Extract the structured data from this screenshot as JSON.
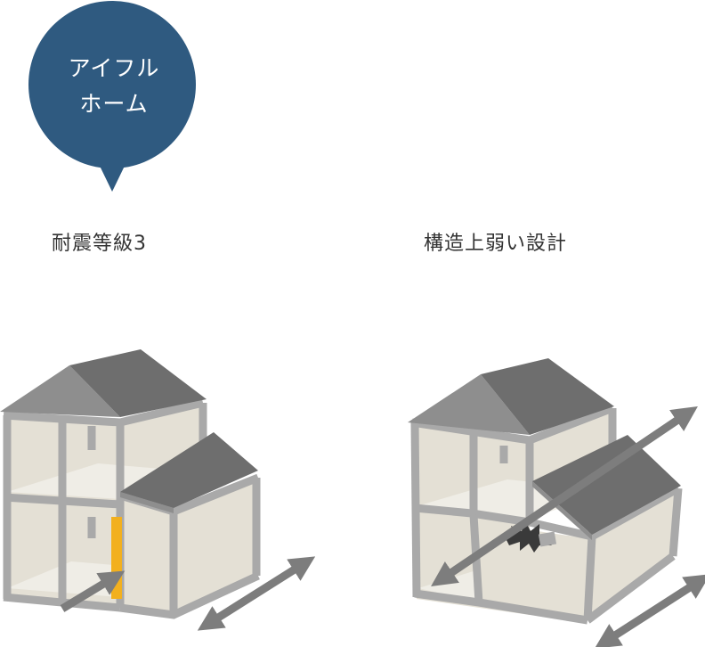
{
  "badge": {
    "line1": "アイフル",
    "line2": "ホーム",
    "color": "#2f5a80"
  },
  "captions": {
    "left": "耐震等級3",
    "right": "構造上弱い設計"
  },
  "colors": {
    "frame": "#a9a9a9",
    "frame_dark": "#8a8a8a",
    "wall": "#e4e0d5",
    "floor": "#efede6",
    "roof": "#6e6e6e",
    "roof_light": "#8e8e8e",
    "arrow": "#7d7d7d",
    "accent_column": "#f2b01e",
    "crack": "#3a3a3a"
  },
  "icons": {
    "crack": "crack-burst-icon",
    "arrow": "double-arrow-icon"
  }
}
